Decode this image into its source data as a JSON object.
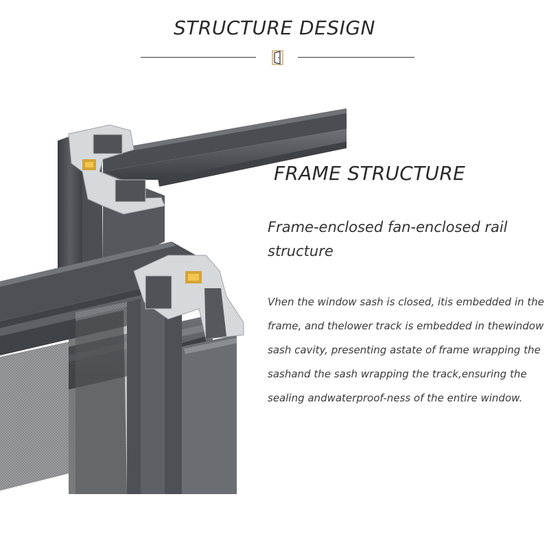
{
  "header": {
    "title": "STRUCTURE DESIGN",
    "divider_icon": "window-icon"
  },
  "illustration": {
    "subject": "aluminium-frame-profile-cross-section",
    "colors": {
      "profile_dark": "#3c3f43",
      "profile_mid": "#55585d",
      "profile_light": "#7b7f84",
      "profile_cut": "#c9cdd1",
      "gasket": "#d4a437",
      "mesh": "#8d8f92"
    }
  },
  "content": {
    "section_title": "FRAME STRUCTURE",
    "subheading": "Frame-enclosed fan-enclosed rail structure",
    "body": "Vhen the window sash is closed, itis embedded in the frame, and thelower track is embedded in thewindow sash cavity, presenting astate of frame wrapping the sashand the sash wrapping the track,ensuring the sealing andwaterproof-ness of the entire window."
  }
}
